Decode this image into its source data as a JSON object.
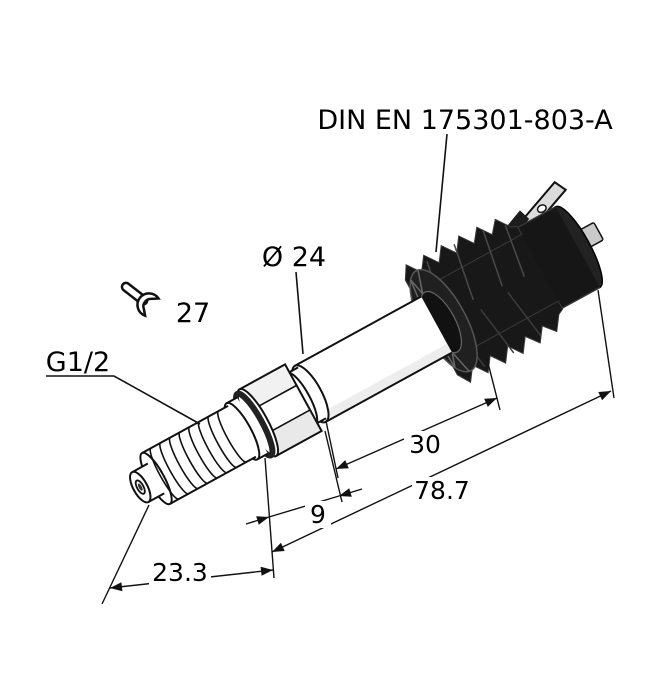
{
  "drawing": {
    "title_hint": "pressure sensor dimensional drawing",
    "standard_label": "DIN EN 175301-803-A",
    "diameter_label": "Ø 24",
    "wrench_size": "27",
    "thread_label": "G1/2",
    "dimensions": {
      "body_length": "30",
      "overall_length": "78.7",
      "hex_length": "9",
      "thread_length": "23.3"
    },
    "icons": {
      "wrench_icon": "open-end-spanner"
    },
    "colors": {
      "line": "#111111",
      "connector_body": "#181818",
      "background": "#ffffff"
    }
  }
}
